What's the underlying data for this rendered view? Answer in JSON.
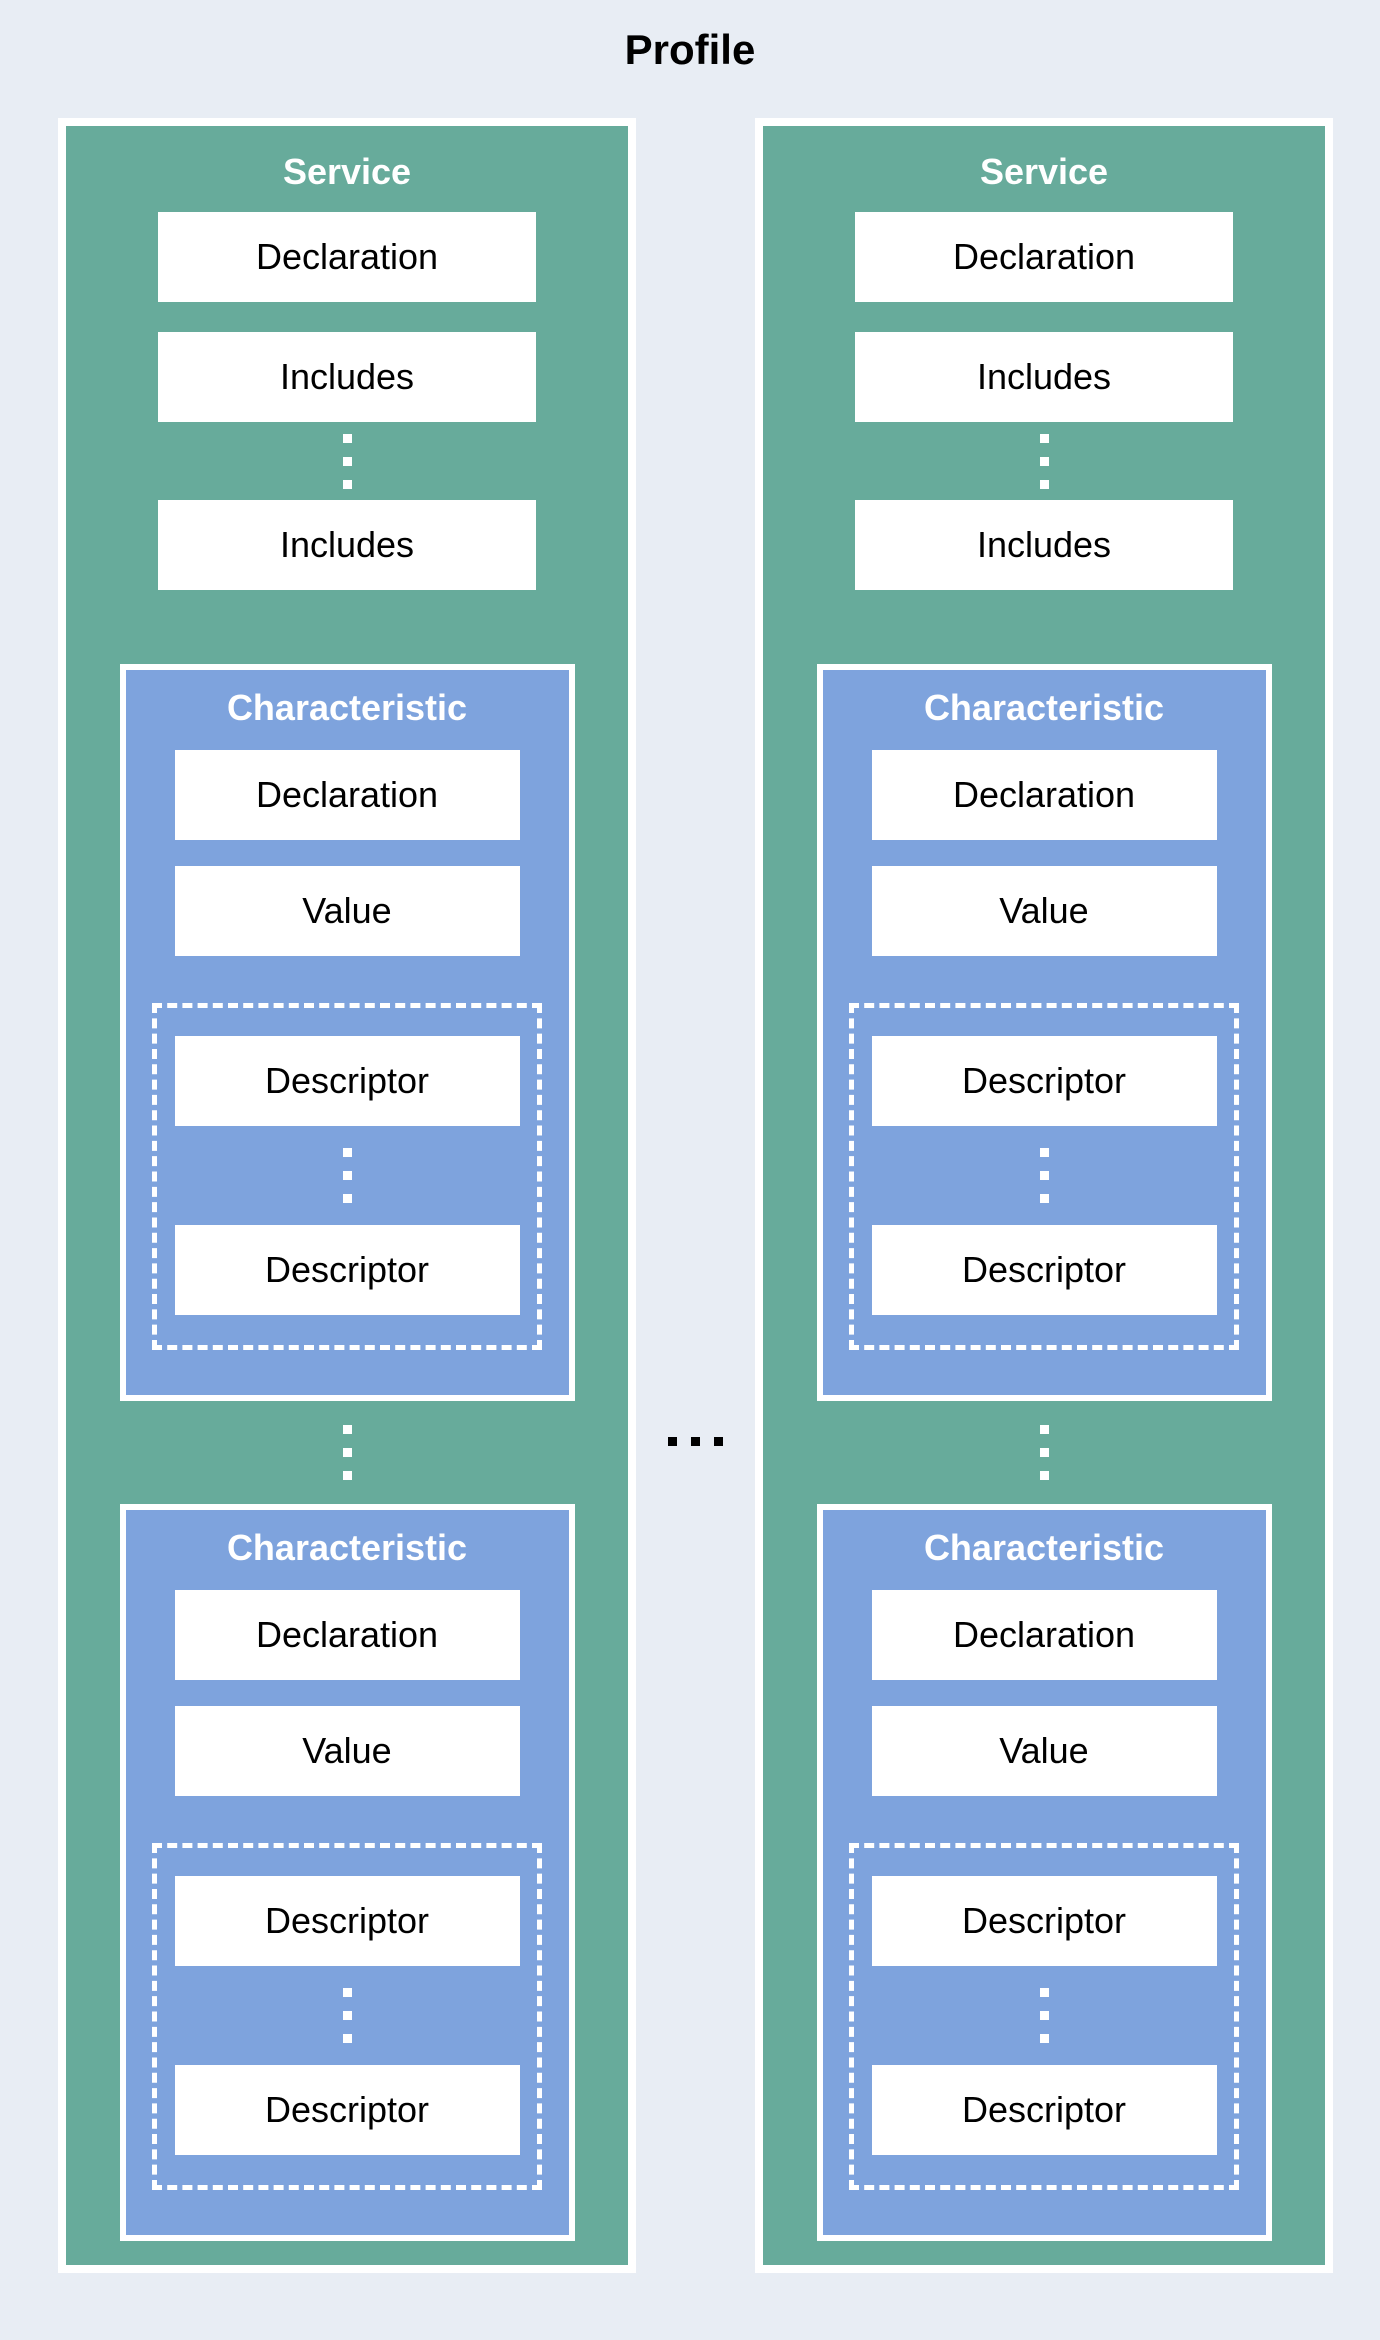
{
  "page": {
    "title": "Profile"
  },
  "colors": {
    "background": "#E8EDF4",
    "service_fill": "#67AB9B",
    "characteristic_fill": "#7EA3DD",
    "box_fill": "#FFFFFF",
    "panel_border": "#FFFFFF",
    "heading_text": "#FFFFFF",
    "box_text": "#000000",
    "ellipsis_dots_between_services": "#000000",
    "ellipsis_dots_inside_panels": "#FFFFFF"
  },
  "services": [
    {
      "title": "Service",
      "declaration": "Declaration",
      "includes": [
        "Includes",
        "Includes"
      ],
      "characteristics": [
        {
          "title": "Characteristic",
          "declaration": "Declaration",
          "value": "Value",
          "descriptors": [
            "Descriptor",
            "Descriptor"
          ]
        },
        {
          "title": "Characteristic",
          "declaration": "Declaration",
          "value": "Value",
          "descriptors": [
            "Descriptor",
            "Descriptor"
          ]
        }
      ]
    },
    {
      "title": "Service",
      "declaration": "Declaration",
      "includes": [
        "Includes",
        "Includes"
      ],
      "characteristics": [
        {
          "title": "Characteristic",
          "declaration": "Declaration",
          "value": "Value",
          "descriptors": [
            "Descriptor",
            "Descriptor"
          ]
        },
        {
          "title": "Characteristic",
          "declaration": "Declaration",
          "value": "Value",
          "descriptors": [
            "Descriptor",
            "Descriptor"
          ]
        }
      ]
    }
  ]
}
